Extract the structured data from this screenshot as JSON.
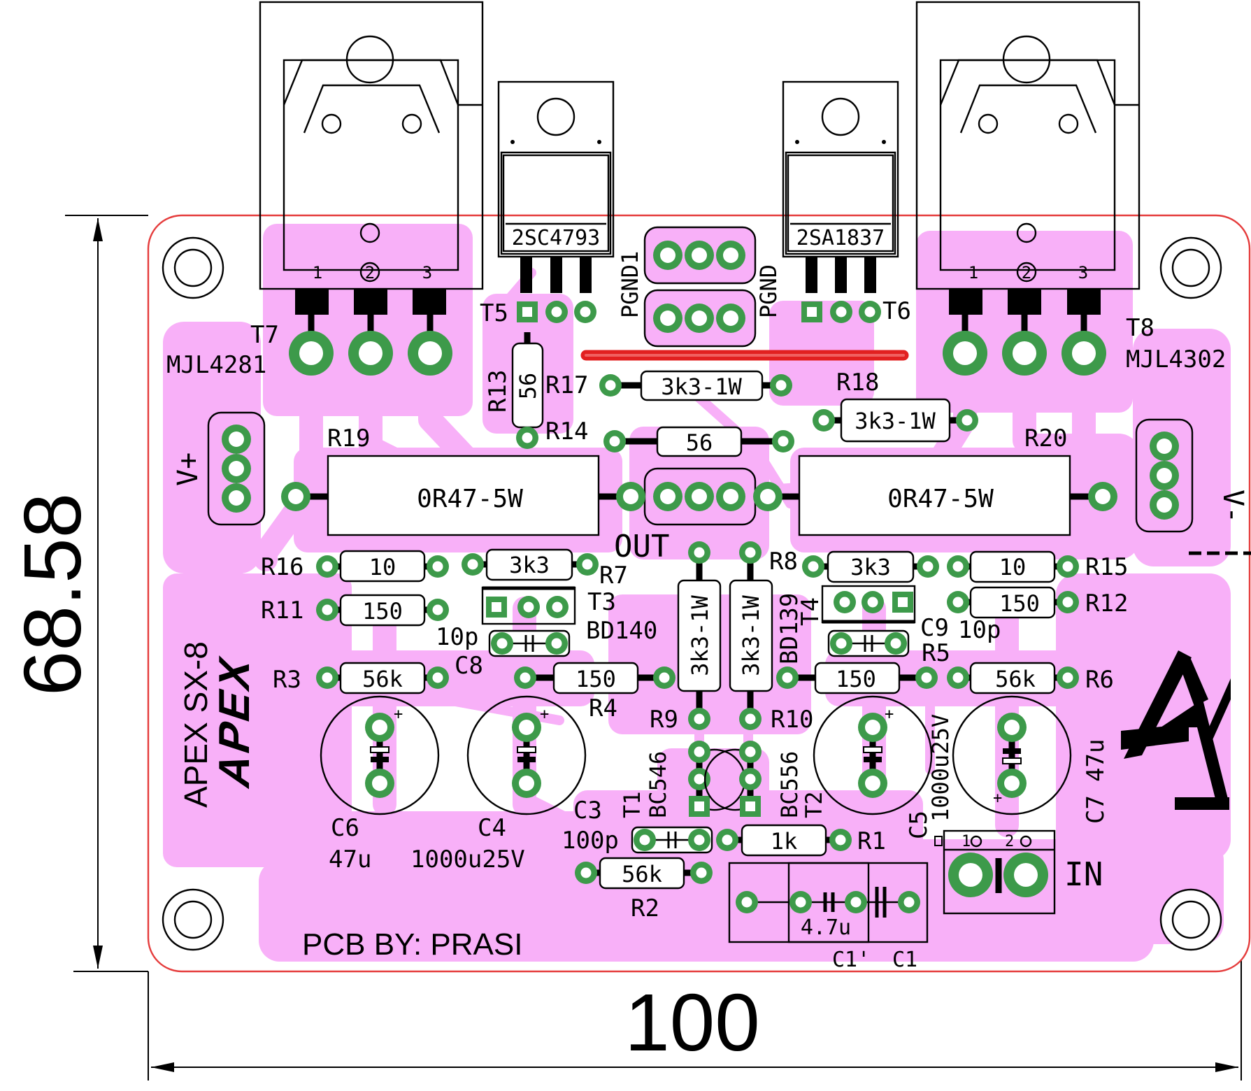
{
  "board": {
    "credit": "PCB BY: PRASI",
    "title": "APEX SX-8",
    "logo_text": "APEX",
    "dimensions": {
      "width_mm": "100",
      "height_mm": "68.58"
    },
    "colors": {
      "copper": "#f8b0f8",
      "pad": "#3d9a4a",
      "outline": "#e53c3c",
      "jumper": "#e22020"
    }
  },
  "components": {
    "T7": {
      "ref": "T7",
      "value": "MJL4281",
      "pins": [
        "1",
        "2",
        "3"
      ]
    },
    "T8": {
      "ref": "T8",
      "value": "MJL4302",
      "pins": [
        "1",
        "2",
        "3"
      ]
    },
    "T5": {
      "ref": "T5",
      "value": "2SC4793"
    },
    "T6": {
      "ref": "T6",
      "value": "2SA1837"
    },
    "T3": {
      "ref": "T3",
      "value": "BD140"
    },
    "T4": {
      "ref": "T4",
      "value": "BD139"
    },
    "T1": {
      "ref": "T1",
      "value": "BC546"
    },
    "T2": {
      "ref": "T2",
      "value": "BC556"
    },
    "R1": {
      "ref": "R1",
      "value": "1k"
    },
    "R2": {
      "ref": "R2",
      "value": "56k"
    },
    "R3": {
      "ref": "R3",
      "value": "56k"
    },
    "R4": {
      "ref": "R4",
      "value": "150"
    },
    "R5": {
      "ref": "R5",
      "value": "150"
    },
    "R6": {
      "ref": "R6",
      "value": "56k"
    },
    "R7": {
      "ref": "R7",
      "value": "3k3"
    },
    "R8": {
      "ref": "R8",
      "value": "3k3"
    },
    "R9": {
      "ref": "R9",
      "value": "3k3-1W"
    },
    "R10": {
      "ref": "R10",
      "value": "3k3-1W"
    },
    "R11": {
      "ref": "R11",
      "value": "150"
    },
    "R12": {
      "ref": "R12",
      "value": "150"
    },
    "R13": {
      "ref": "R13",
      "value": "56"
    },
    "R14": {
      "ref": "R14",
      "value": "56"
    },
    "R15": {
      "ref": "R15",
      "value": "10"
    },
    "R16": {
      "ref": "R16",
      "value": "10"
    },
    "R17": {
      "ref": "R17",
      "value": "3k3-1W"
    },
    "R18": {
      "ref": "R18",
      "value": "3k3-1W"
    },
    "R19": {
      "ref": "R19",
      "value": "0R47-5W"
    },
    "R20": {
      "ref": "R20",
      "value": "0R47-5W"
    },
    "C1": {
      "ref": "C1",
      "ref2": "C1'",
      "value": "4.7u"
    },
    "C3": {
      "ref": "C3",
      "value": "100p"
    },
    "C4": {
      "ref": "C4",
      "value": "1000u25V"
    },
    "C5": {
      "ref": "C5",
      "value": "1000u25V"
    },
    "C6": {
      "ref": "C6",
      "value": "47u"
    },
    "C7": {
      "ref": "C7",
      "value": "47u"
    },
    "C8": {
      "ref": "C8",
      "value": "10p"
    },
    "C9": {
      "ref": "C9",
      "value": "10p"
    }
  },
  "connectors": {
    "vplus": "V+",
    "vminus": "V-",
    "out": "OUT",
    "pgnd": "PGND",
    "pgnd1": "PGND1",
    "input": {
      "label": "IN",
      "pin1": "1",
      "pin2": "2"
    }
  },
  "symbols": {
    "plus": "+"
  }
}
